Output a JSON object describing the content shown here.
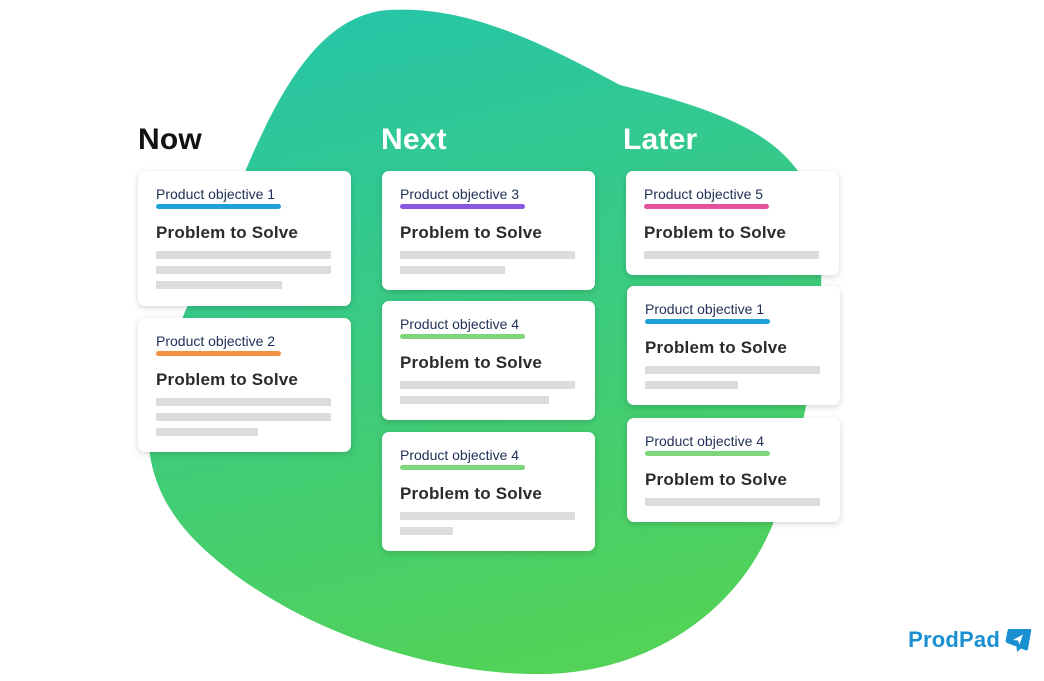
{
  "columns": [
    {
      "title": "Now",
      "title_color": "#111111",
      "cards": [
        {
          "objective": "Product objective 1",
          "objective_color": "#1ea0db",
          "problem": "Problem to Solve",
          "line_fractions": [
            1.0,
            1.0,
            0.72
          ]
        },
        {
          "objective": "Product objective 2",
          "objective_color": "#f39141",
          "problem": "Problem to Solve",
          "line_fractions": [
            1.0,
            1.0,
            0.58
          ]
        }
      ]
    },
    {
      "title": "Next",
      "title_color": "#ffffff",
      "cards": [
        {
          "objective": "Product objective 3",
          "objective_color": "#8a58e0",
          "problem": "Problem to Solve",
          "line_fractions": [
            1.0,
            0.6
          ]
        },
        {
          "objective": "Product objective 4",
          "objective_color": "#7fd67a",
          "problem": "Problem to Solve",
          "line_fractions": [
            1.0,
            0.85
          ]
        },
        {
          "objective": "Product objective 4",
          "objective_color": "#7fd67a",
          "problem": "Problem to Solve",
          "line_fractions": [
            1.0,
            0.3
          ]
        }
      ]
    },
    {
      "title": "Later",
      "title_color": "#ffffff",
      "cards": [
        {
          "objective": "Product objective 5",
          "objective_color": "#e5529b",
          "problem": "Problem to Solve",
          "line_fractions": [
            1.0
          ]
        },
        {
          "objective": "Product objective 1",
          "objective_color": "#1ea0db",
          "problem": "Problem to Solve",
          "line_fractions": [
            1.0,
            0.53
          ]
        },
        {
          "objective": "Product objective 4",
          "objective_color": "#7fd67a",
          "problem": "Problem to Solve",
          "line_fractions": [
            1.0
          ]
        }
      ]
    }
  ],
  "brand": {
    "name": "ProdPad",
    "color": "#1a8fd1",
    "icon": "prodpad-arrow-logo-icon"
  },
  "background": {
    "gradient_top": "#27c5a6",
    "gradient_bottom": "#52d256"
  }
}
